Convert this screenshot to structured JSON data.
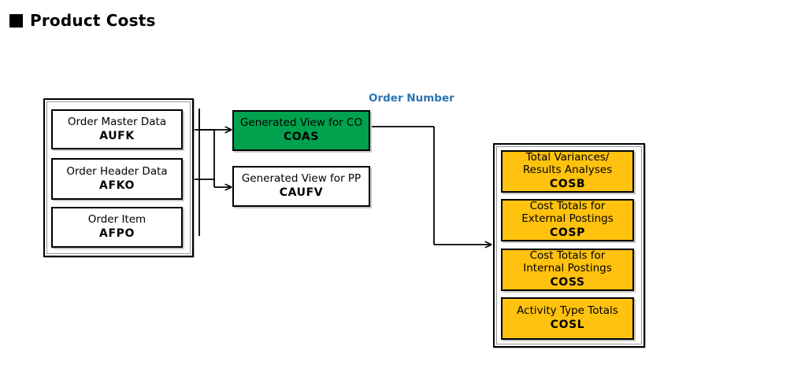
{
  "page": {
    "title": "Product Costs",
    "bullet_icon": "filled-square-bullet",
    "background_color": "#FFFFFF"
  },
  "colors": {
    "green_box": "#00A24E",
    "yellow_box": "#FFC20E",
    "white_box": "#FFFFFF",
    "border": "#000000",
    "edge_label": "#2E74B5"
  },
  "groups": {
    "order_master": {
      "name": "order-data-group",
      "boxes": [
        {
          "caption": "Order Master Data",
          "code": "AUFK",
          "fill": "white"
        },
        {
          "caption": "Order Header Data",
          "code": "AFKO",
          "fill": "white"
        },
        {
          "caption": "Order Item",
          "code": "AFPO",
          "fill": "white"
        }
      ]
    },
    "generated_views": {
      "name": "generated-views-group",
      "boxes": [
        {
          "caption": "Generated View for CO",
          "code": "COAS",
          "fill": "green"
        },
        {
          "caption": "Generated View for PP",
          "code": "CAUFV",
          "fill": "white"
        }
      ]
    },
    "cost_totals": {
      "name": "cost-totals-group",
      "boxes": [
        {
          "caption_line1": "Total Variances/",
          "caption_line2": "Results Analyses",
          "code": "COSB",
          "fill": "yellow"
        },
        {
          "caption_line1": "Cost Totals for",
          "caption_line2": "External Postings",
          "code": "COSP",
          "fill": "yellow"
        },
        {
          "caption_line1": "Cost Totals for",
          "caption_line2": "Internal Postings",
          "code": "COSS",
          "fill": "yellow"
        },
        {
          "caption_line1": "Activity Type Totals",
          "caption_line2": "",
          "code": "COSL",
          "fill": "yellow"
        }
      ]
    }
  },
  "edges": [
    {
      "label": "",
      "from": "AUFK",
      "to": "COAS"
    },
    {
      "label": "",
      "from": "AFKO",
      "to": "CAUFV"
    },
    {
      "label": "Order Number",
      "from": "COAS",
      "to": "cost-totals-group"
    }
  ],
  "labels": {
    "order_number": "Order Number"
  }
}
